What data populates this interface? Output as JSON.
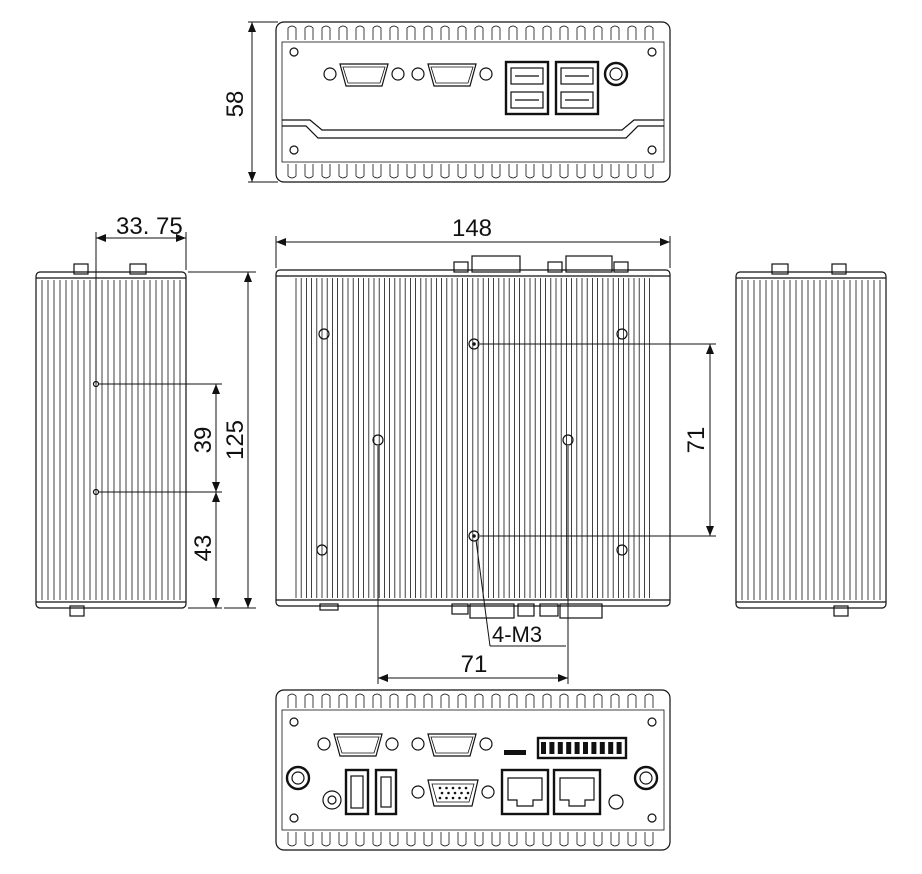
{
  "dimensions": {
    "front_height": "58",
    "side_depth": "33. 75",
    "top_width": "148",
    "side_height": "125",
    "hole_spacing_upper": "39",
    "hole_spacing_lower": "43",
    "mount_vertical": "71",
    "mount_horizontal": "71",
    "screw_callout": "4-M3"
  },
  "colors": {
    "line": "#111111",
    "background": "#ffffff"
  }
}
